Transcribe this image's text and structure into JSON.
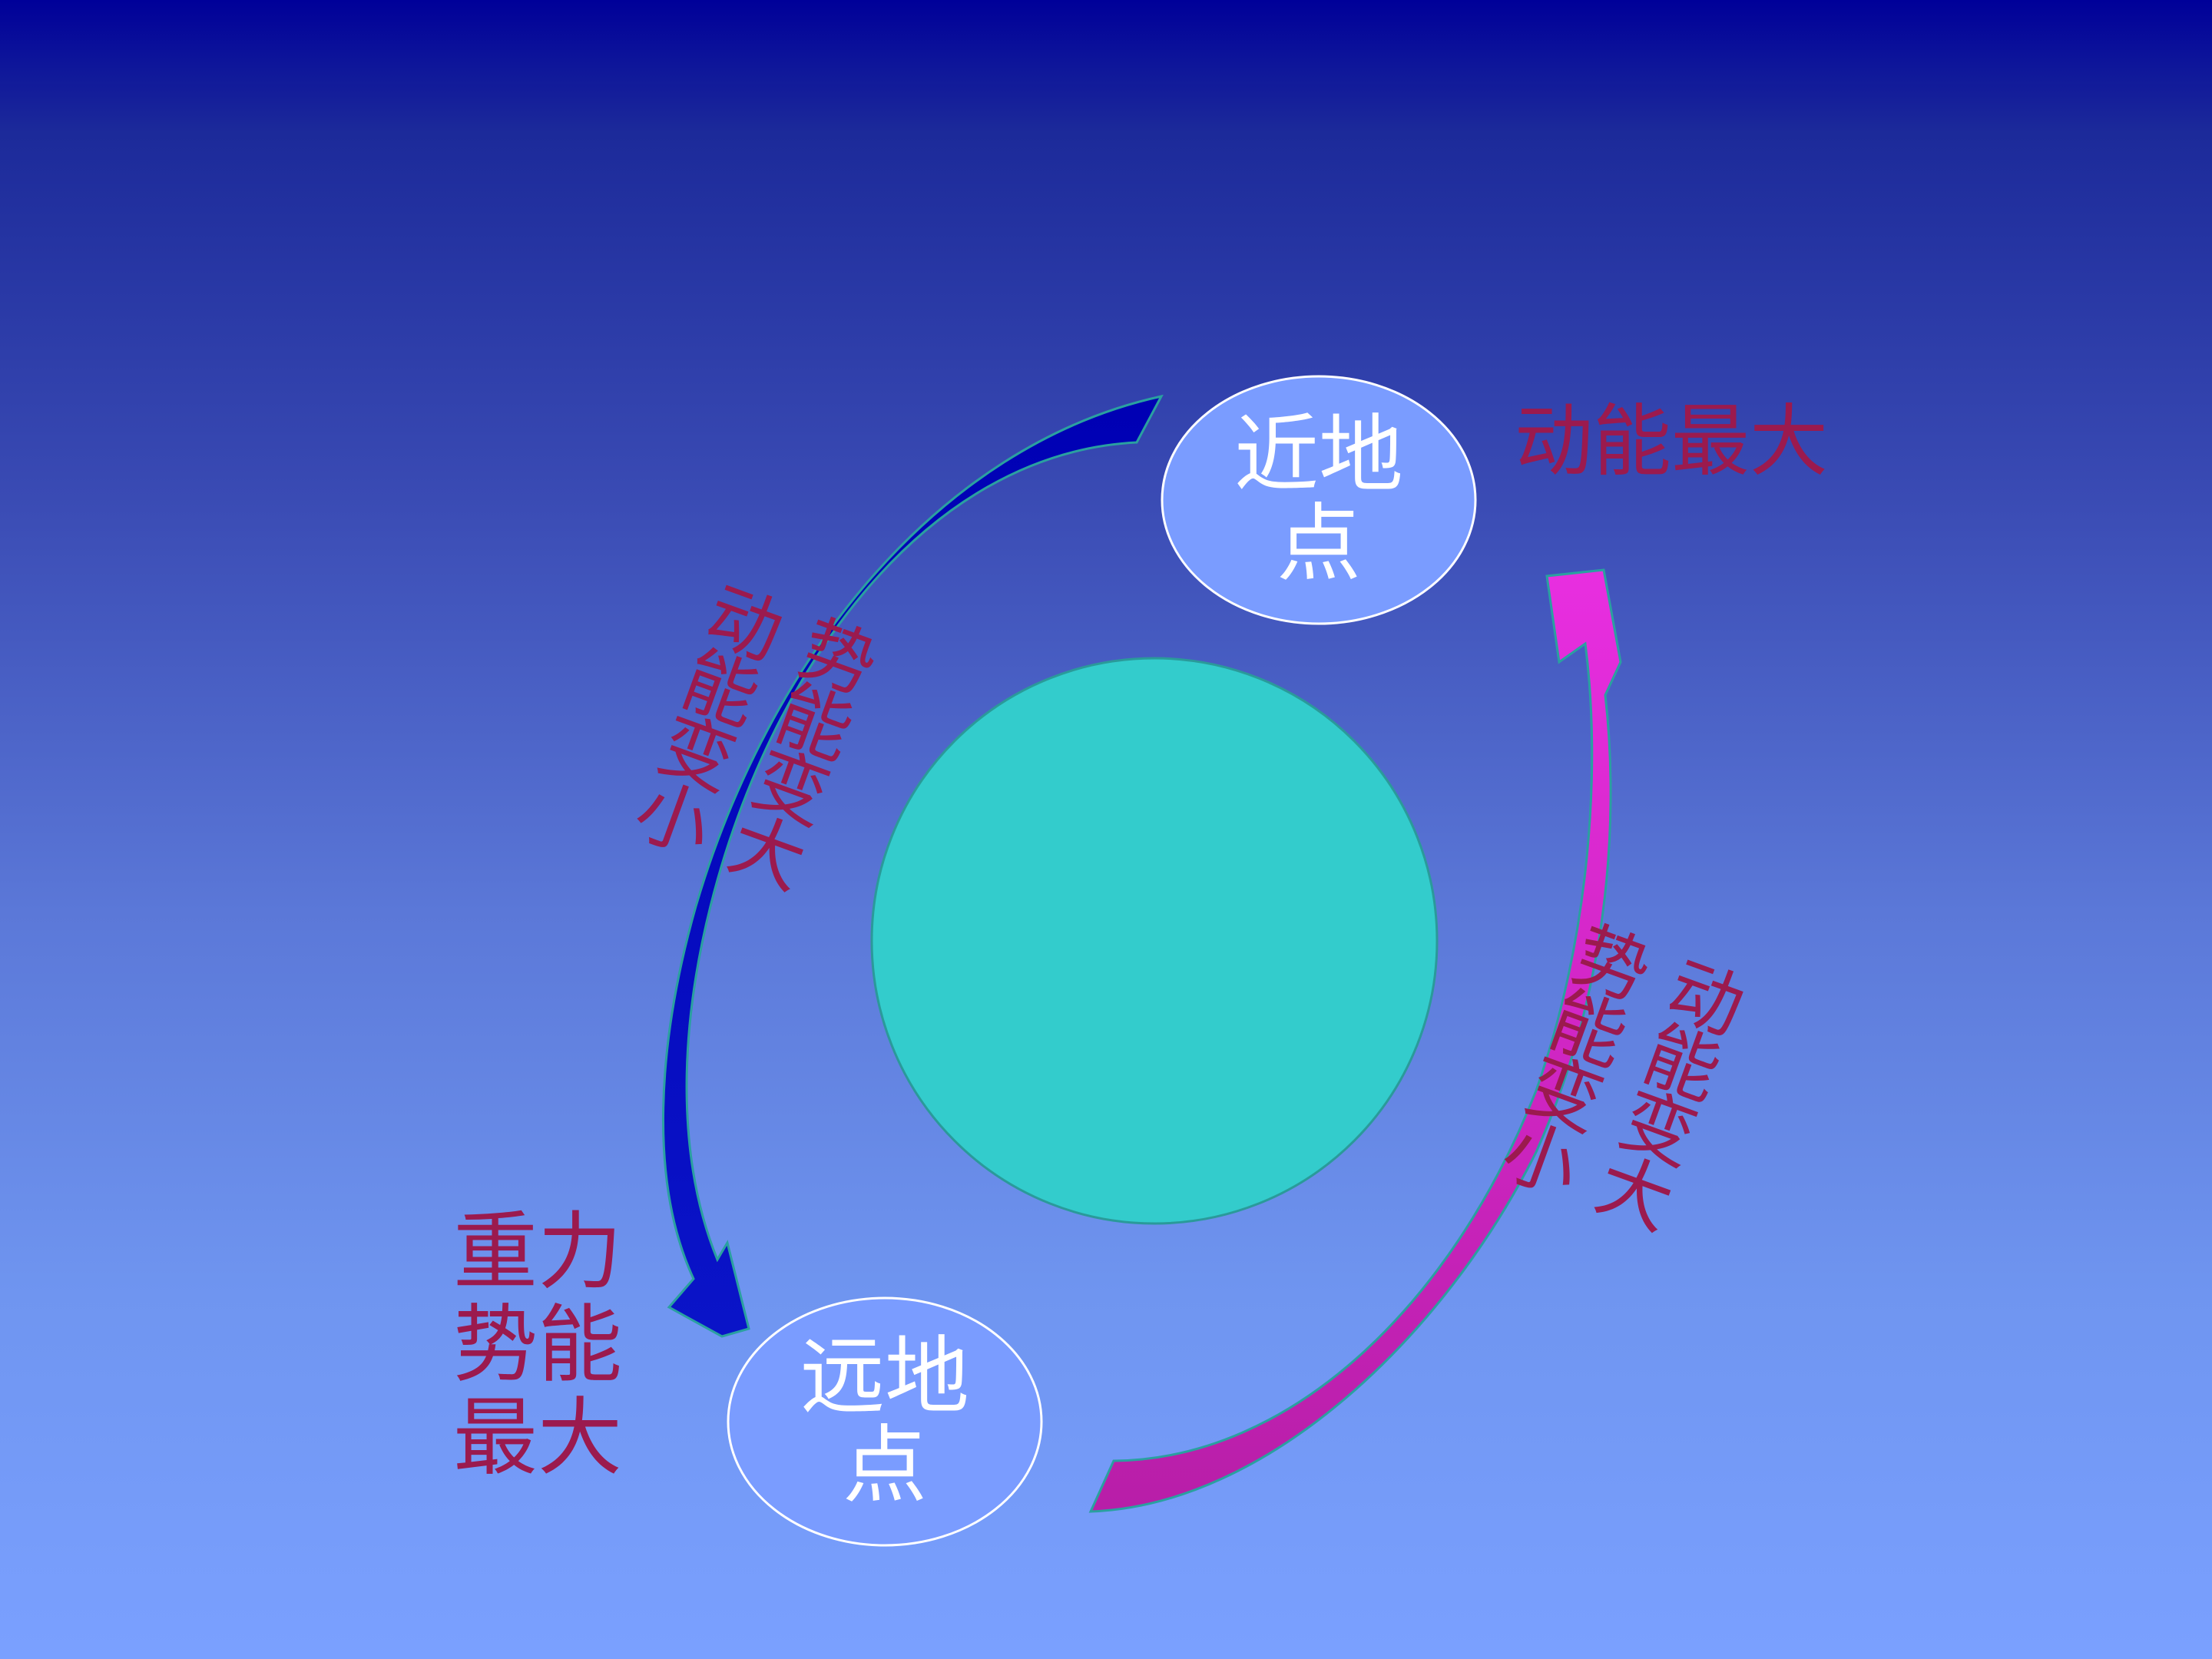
{
  "nodes": {
    "perigee": {
      "line1": "近地",
      "line2": "点"
    },
    "apogee": {
      "line1": "远地",
      "line2": "点"
    }
  },
  "labels": {
    "perigee_note": "动能最大",
    "apogee_note": {
      "line1": "重力",
      "line2": "势能",
      "line3": "最大"
    },
    "left_path": {
      "col1": "势能变大",
      "col2": "动能变小"
    },
    "right_path": {
      "col1": "动能变大",
      "col2": "势能变小"
    }
  },
  "colors": {
    "background_top": "#000099",
    "background_bottom": "#7aa0ff",
    "earth": "#33cccc",
    "node_fill": "#7a9cff",
    "node_text": "#ffffff",
    "label_text": "#9b1a4e",
    "arrow_left": "#0000b4",
    "arrow_right": "#e028d8"
  },
  "icons": {
    "left_arrow": "curved-arrow-down-icon",
    "right_arrow": "curved-arrow-up-icon"
  }
}
